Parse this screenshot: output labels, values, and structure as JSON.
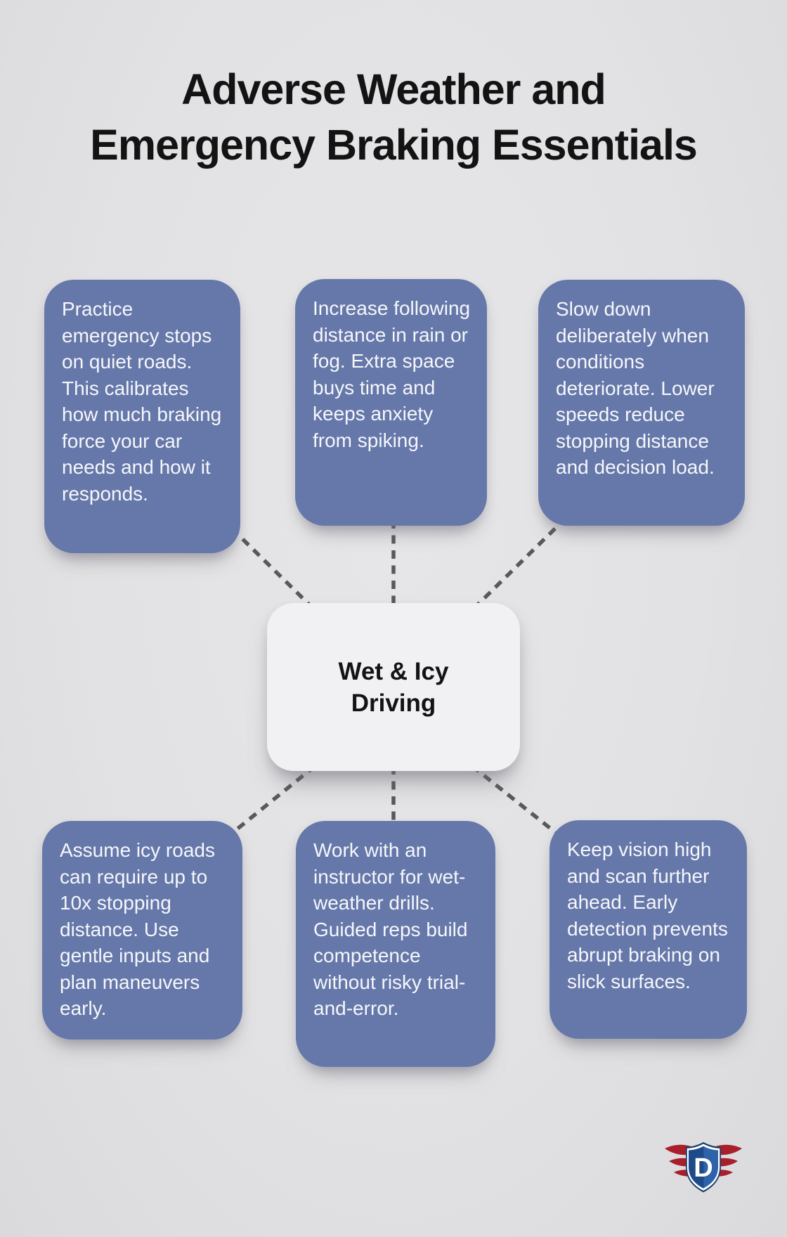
{
  "title": {
    "lines": [
      "Adverse Weather and",
      "Emergency Braking Essentials"
    ]
  },
  "center_node": {
    "lines": [
      "Wet & Icy",
      "Driving"
    ]
  },
  "cards": [
    {
      "position": "top-left",
      "text": "Practice emergency stops on quiet roads. This calibrates how much braking force your car needs and how it responds."
    },
    {
      "position": "top-middle",
      "text": "Increase following distance in rain or fog. Extra space buys time and keeps anxiety from spiking."
    },
    {
      "position": "top-right",
      "text": "Slow down deliberately when conditions deteriorate. Lower speeds reduce stopping distance and decision load."
    },
    {
      "position": "bottom-left",
      "text": "Assume icy roads can require up to 10x stopping distance. Use gentle inputs and plan maneuvers early."
    },
    {
      "position": "bottom-middle",
      "text": "Work with an instructor for wet-weather drills. Guided reps build competence without risky trial-and-error."
    },
    {
      "position": "bottom-right",
      "text": "Keep vision high and scan further ahead. Early detection prevents abrupt braking on slick surfaces."
    }
  ],
  "logo": {
    "letter": "D"
  },
  "colors": {
    "canvas_bg": "#e2e2e4",
    "card_bg": "#6678a9",
    "card_text": "#f5f7fb",
    "center_bg": "#f1f1f4",
    "title_text": "#131313",
    "connector": "#595959",
    "logo_shield_dark": "#173e6d",
    "logo_shield": "#1d4a89",
    "logo_shield_light": "#2e63ab",
    "logo_ring": "#ffffff",
    "logo_wing": "#a81e2a",
    "logo_letter": "#ffffff"
  }
}
